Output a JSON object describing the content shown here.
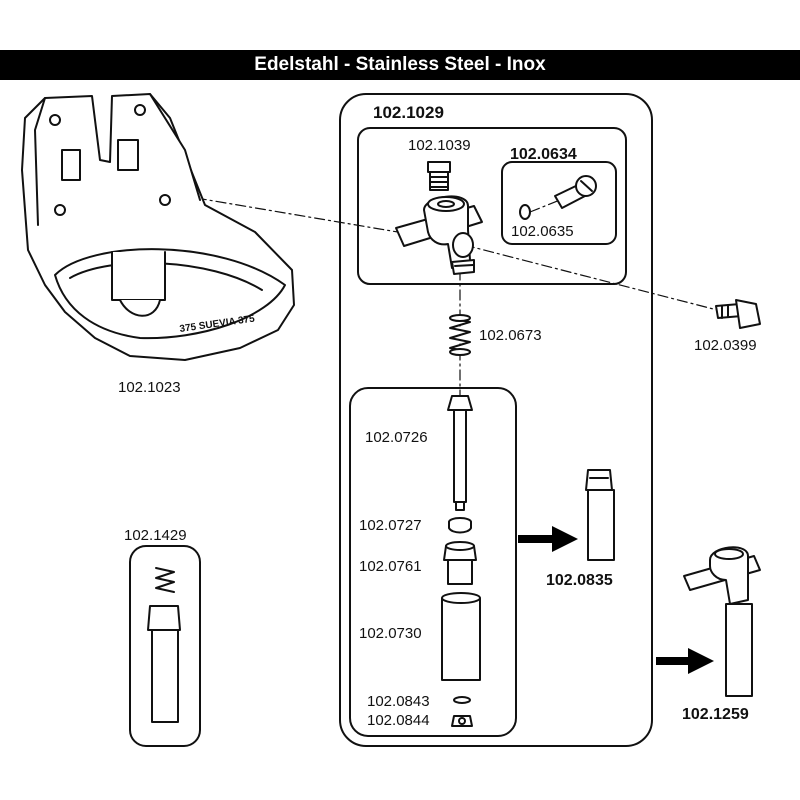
{
  "header": {
    "title": "Edelstahl - Stainless Steel - Inox"
  },
  "parts": {
    "bowl": "102.1023",
    "valve_assembly": "102.1029",
    "plug": "102.1039",
    "screw_set": "102.0634",
    "o_ring": "102.0635",
    "side_screw": "102.0399",
    "spring": "102.0673",
    "valve_pin": "102.0726",
    "washer": "102.0727",
    "nut": "102.0761",
    "sleeve": "102.0730",
    "small_washer": "102.0843",
    "small_nut": "102.0844",
    "sleeve_assembly": "102.0835",
    "spring_sleeve_kit": "102.1429",
    "complete_valve": "102.1259"
  },
  "bowl_imprint": "375  SUEVIA 375",
  "icons": {
    "arrow_sleeve": "arrow-right-icon",
    "arrow_complete": "arrow-right-icon"
  }
}
